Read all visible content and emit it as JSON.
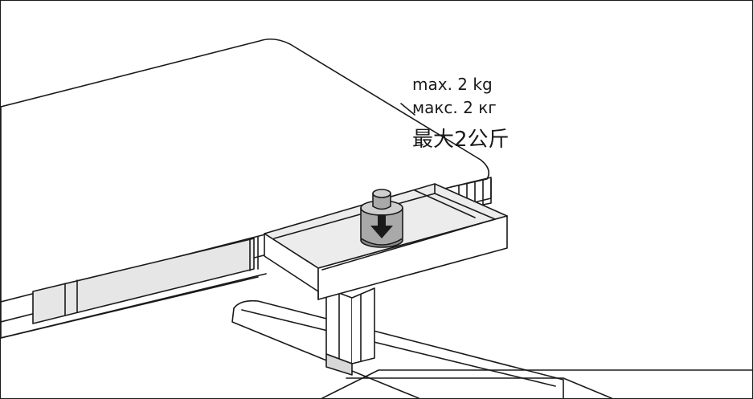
{
  "labels": {
    "weight_limit_latin": "max. 2 kg",
    "weight_limit_cyrillic": "макс. 2 кг",
    "weight_limit_chinese": "最大2公斤"
  },
  "icons": {
    "weight": "weight-icon",
    "arrow": "down-arrow-icon"
  },
  "colors": {
    "line": "#1a1a1a",
    "surface": "#ffffff",
    "drawer_fill": "#ececec",
    "weight_light": "#cfcfcf",
    "weight_mid": "#a9a9a9",
    "weight_dark": "#7d7d7d"
  }
}
